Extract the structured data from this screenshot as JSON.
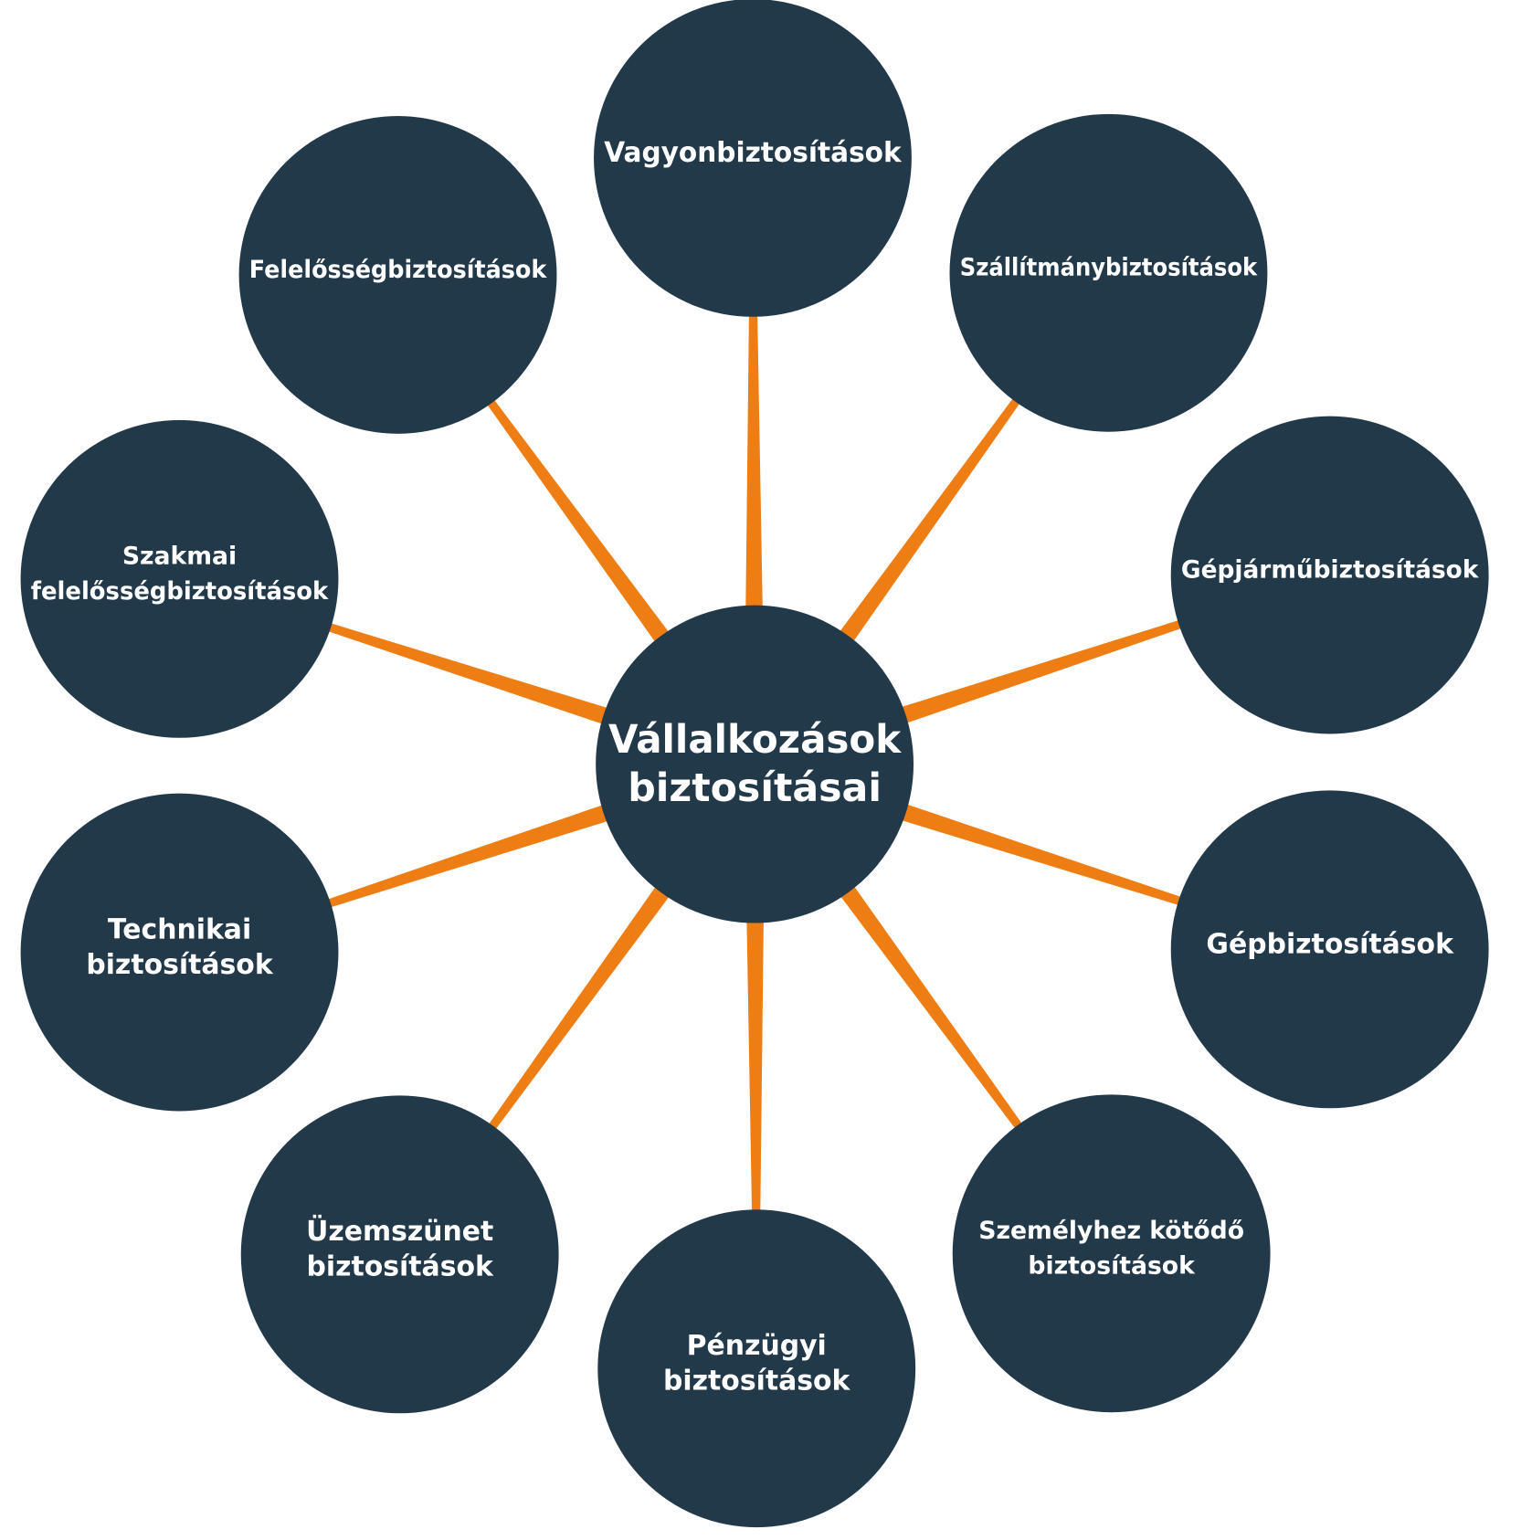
{
  "colors": {
    "node": "#22394a",
    "spoke": "#ee7d14",
    "text": "#ffffff"
  },
  "center": {
    "lines": [
      "Vállalkozások",
      "biztosításai"
    ]
  },
  "nodes": [
    {
      "id": "vagyon",
      "lines": [
        "Vagyonbiztosítások"
      ]
    },
    {
      "id": "szallitmany",
      "lines": [
        "Szállítmánybiztosítások"
      ]
    },
    {
      "id": "gepjarmu",
      "lines": [
        "Gépjárműbiztosítások"
      ]
    },
    {
      "id": "gep",
      "lines": [
        "Gépbiztosítások"
      ]
    },
    {
      "id": "szemelyhez",
      "lines": [
        "Személyhez kötődő",
        "biztosítások"
      ]
    },
    {
      "id": "penzugyi",
      "lines": [
        "Pénzügyi",
        "biztosítások"
      ]
    },
    {
      "id": "uzemszunet",
      "lines": [
        "Üzemszünet",
        "biztosítások"
      ]
    },
    {
      "id": "technikai",
      "lines": [
        "Technikai",
        "biztosítások"
      ]
    },
    {
      "id": "szakmai",
      "lines": [
        "Szakmai",
        "felelősségbiztosítások"
      ]
    },
    {
      "id": "felelosseg",
      "lines": [
        "Felelősségbiztosítások"
      ]
    }
  ]
}
